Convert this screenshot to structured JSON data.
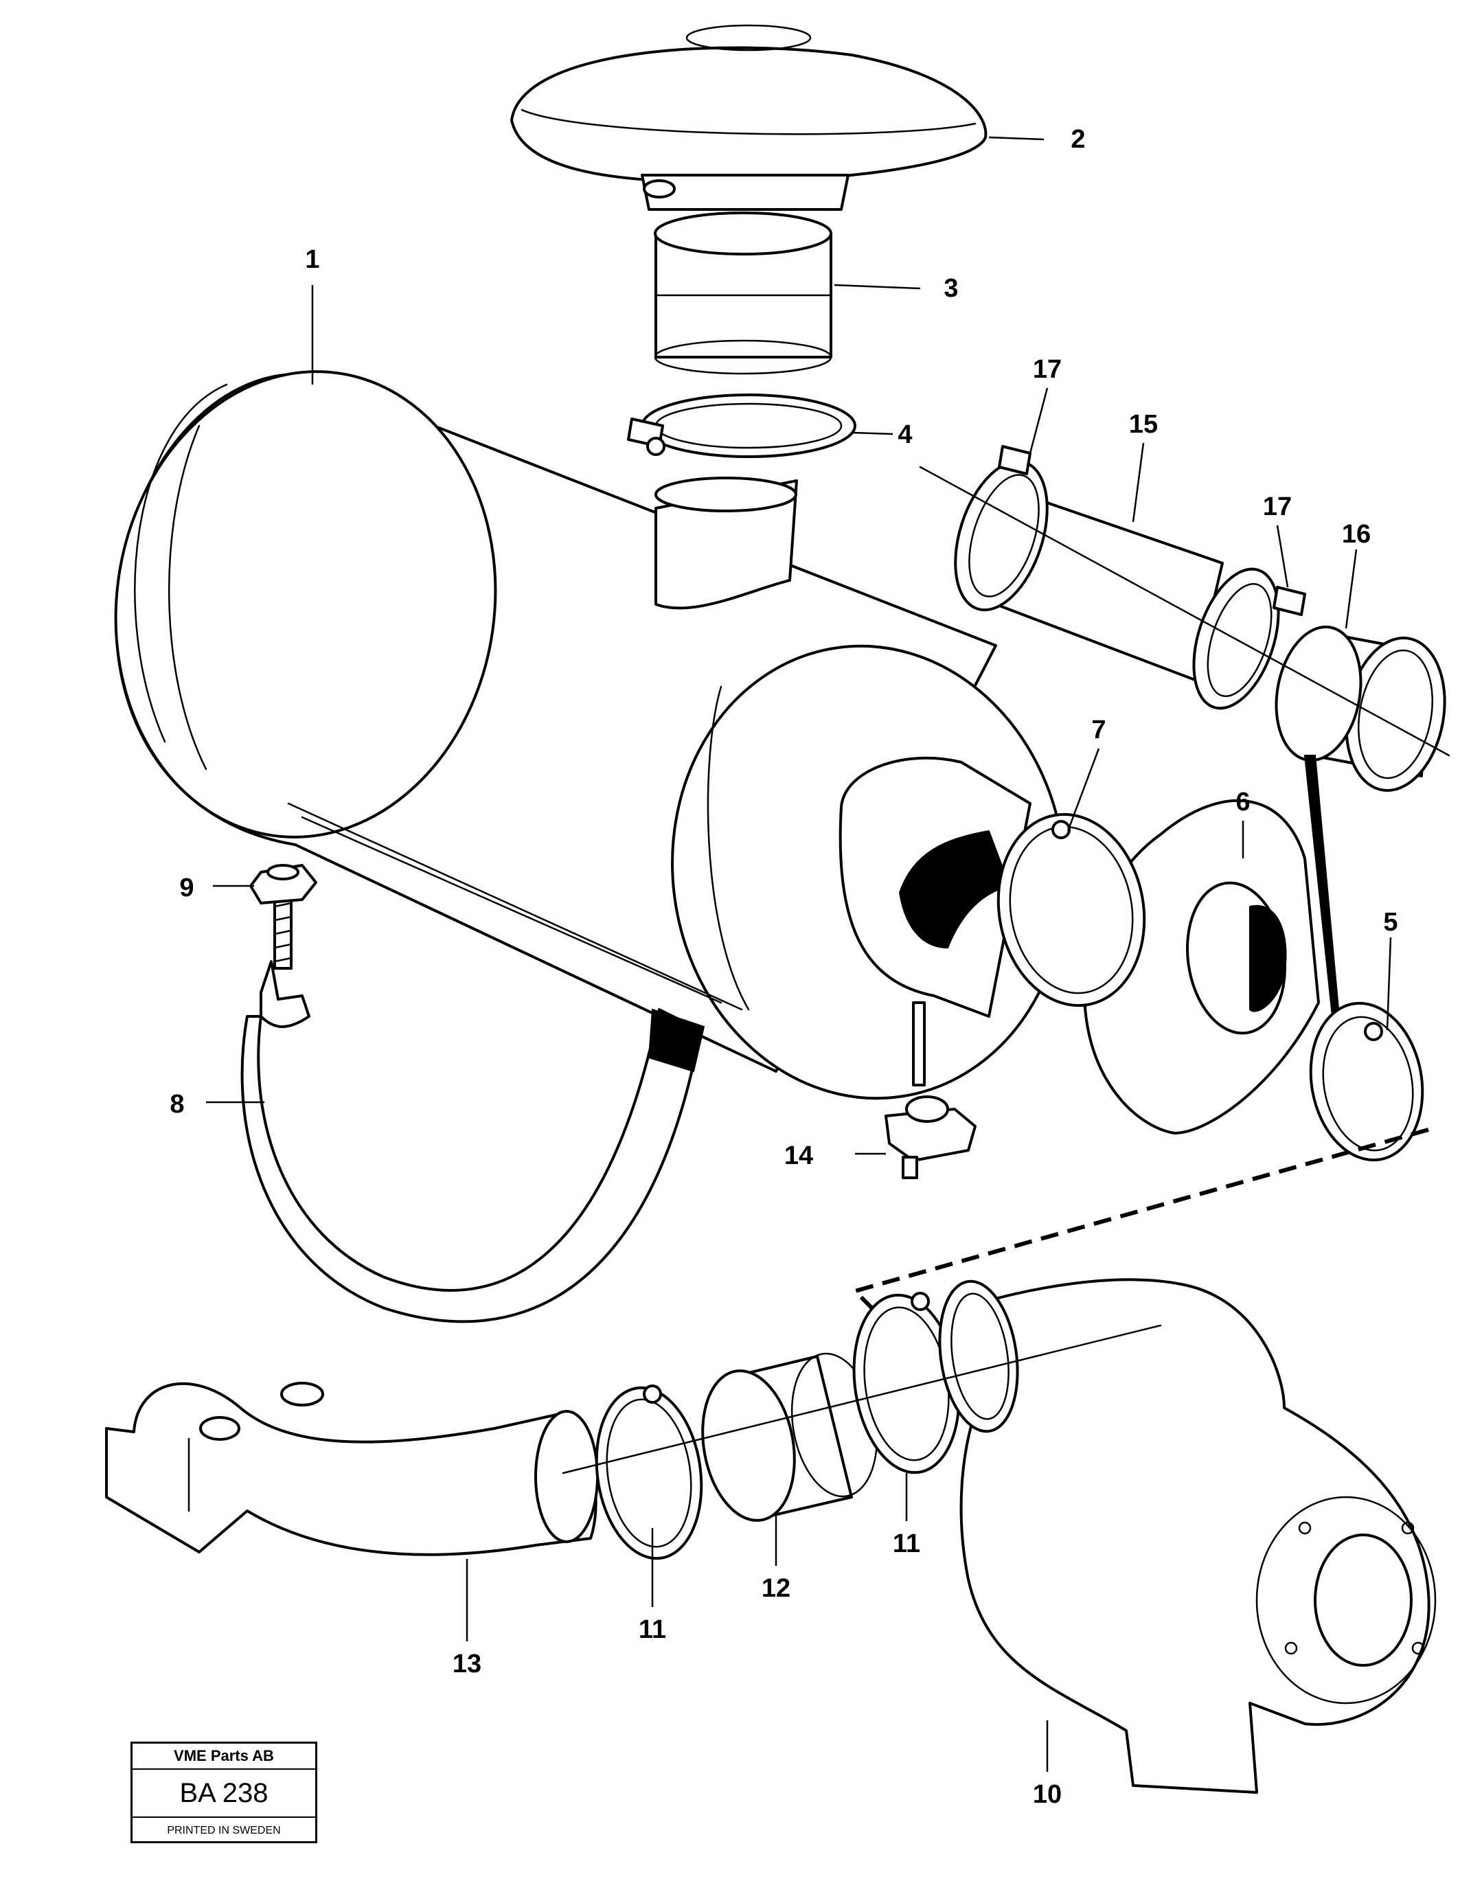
{
  "callouts": {
    "c1": "1",
    "c2": "2",
    "c3": "3",
    "c4": "4",
    "c5": "5",
    "c6": "6",
    "c7": "7",
    "c8": "8",
    "c9": "9",
    "c10": "10",
    "c11a": "11",
    "c11b": "11",
    "c12": "12",
    "c13": "13",
    "c14": "14",
    "c15": "15",
    "c16": "16",
    "c17a": "17",
    "c17b": "17"
  },
  "title_block": {
    "company": "VME Parts AB",
    "code": "BA 238",
    "printed": "PRINTED IN SWEDEN"
  }
}
